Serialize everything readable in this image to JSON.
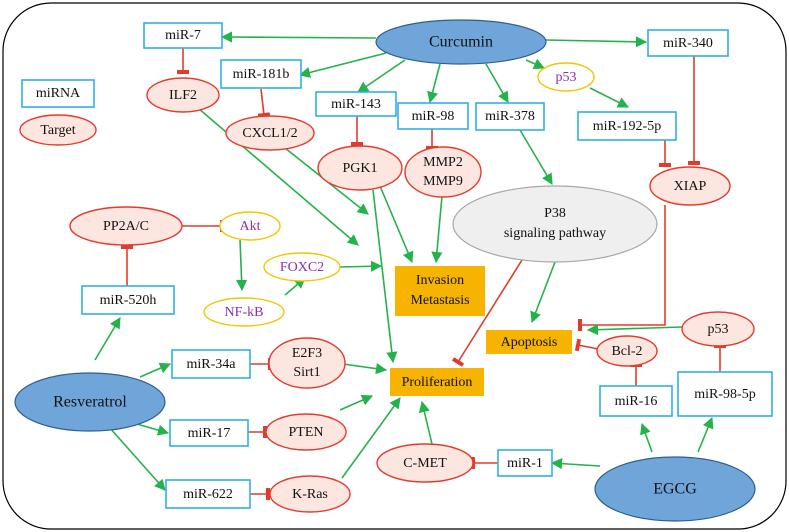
{
  "legend": {
    "mirna": "miRNA",
    "target": "Target"
  },
  "drugs": {
    "curcumin": "Curcumin",
    "resveratrol": "Resveratrol",
    "egcg": "EGCG"
  },
  "mirnas": {
    "mir7": "miR-7",
    "mir181b": "miR-181b",
    "mir143": "miR-143",
    "mir98": "miR-98",
    "mir378": "miR-378",
    "mir340": "miR-340",
    "mir192": "miR-192-5p",
    "mir520h": "miR-520h",
    "mir34a": "miR-34a",
    "mir17": "miR-17",
    "mir622": "miR-622",
    "mir1": "miR-1",
    "mir16": "miR-16",
    "mir98_5p": "miR-98-5p"
  },
  "targets": {
    "ilf2": "ILF2",
    "cxcl": "CXCL1/2",
    "pgk1": "PGK1",
    "mmp_line1": "MMP2",
    "mmp_line2": "MMP9",
    "xiap": "XIAP",
    "pp2a": "PP2A/C",
    "e2f3_line1": "E2F3",
    "e2f3_line2": "Sirt1",
    "pten": "PTEN",
    "kras": "K-Ras",
    "cmet": "C-MET",
    "bcl2": "Bcl-2",
    "p53_bottom": "p53"
  },
  "factors": {
    "p53_top": "p53",
    "akt": "Akt",
    "foxc2": "FOXC2",
    "nfkb": "NF-kB"
  },
  "pathway": {
    "line1": "P38",
    "line2": "signaling pathway"
  },
  "outcomes": {
    "invasion_line1": "Invasion",
    "invasion_line2": "Metastasis",
    "apoptosis": "Apoptosis",
    "proliferation": "Proliferation"
  },
  "colors": {
    "activation": "#24b34b",
    "inhibition": "#e23b2e",
    "mirna_border": "#2fb0e4",
    "drug_fill": "#6fa5d9",
    "outcome_fill": "#f6b400"
  }
}
